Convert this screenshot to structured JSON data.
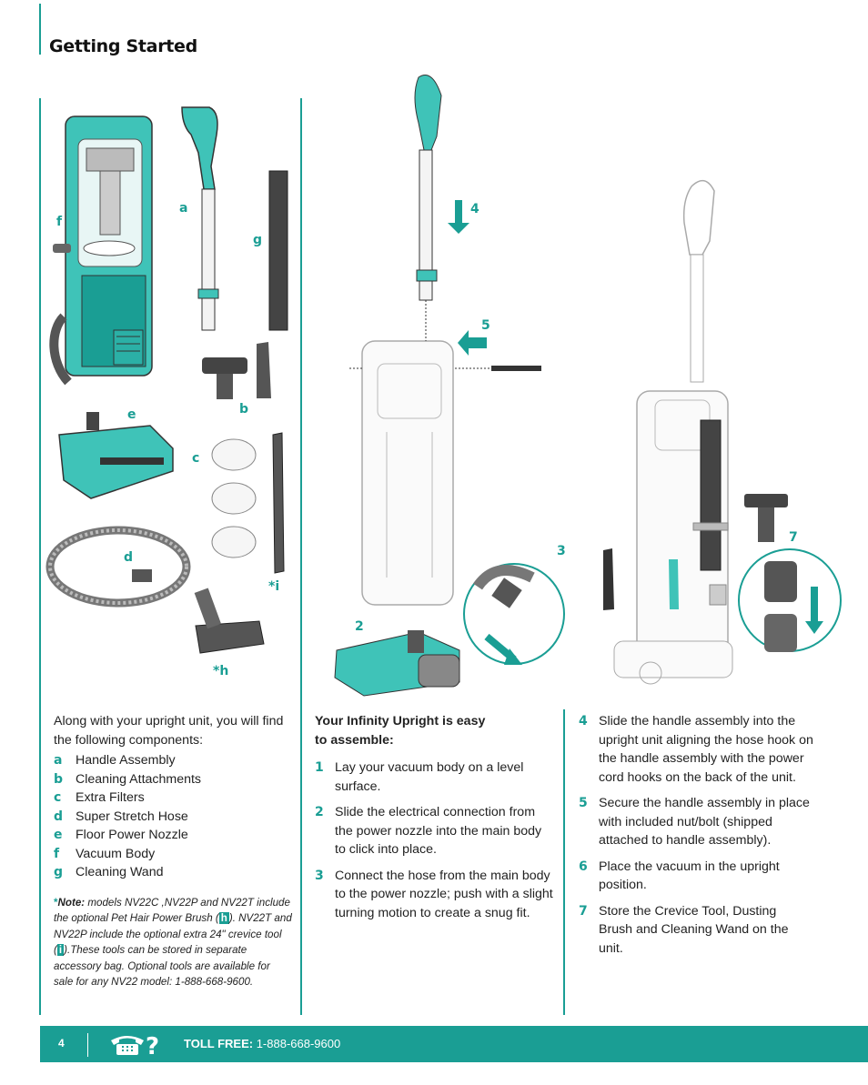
{
  "page": {
    "title": "Getting Started",
    "page_number": "4"
  },
  "labels": {
    "a": "a",
    "b": "b",
    "c": "c",
    "d": "d",
    "e": "e",
    "f": "f",
    "g": "g",
    "h": "*h",
    "i": "*i",
    "s2": "2",
    "s3": "3",
    "s4": "4",
    "s5": "5",
    "s7": "7"
  },
  "components": {
    "intro": "Along with your upright unit, you will find the following components:",
    "items": [
      {
        "key": "a",
        "text": "Handle Assembly"
      },
      {
        "key": "b",
        "text": "Cleaning Attachments"
      },
      {
        "key": "c",
        "text": "Extra Filters"
      },
      {
        "key": "d",
        "text": "Super Stretch Hose"
      },
      {
        "key": "e",
        "text": "Floor Power Nozzle"
      },
      {
        "key": "f",
        "text": "Vacuum Body"
      },
      {
        "key": "g",
        "text": "Cleaning Wand"
      }
    ],
    "note": {
      "star": "*",
      "label": "Note:",
      "part1": " models NV22C ,NV22P and NV22T include the optional Pet Hair Power Brush (",
      "h": "h",
      "part2": "). NV22T and NV22P include the optional extra 24\" crevice tool (",
      "i": "i",
      "part3": ").These tools can be stored in separate accessory bag. Optional tools are available for sale for any NV22 model: 1-888-668-9600."
    }
  },
  "assembly": {
    "heading_line1": "Your Infinity Upright is easy",
    "heading_line2": "to assemble:",
    "steps_left": [
      {
        "num": "1",
        "text": "Lay your vacuum body on a level surface."
      },
      {
        "num": "2",
        "text": "Slide the electrical connection from the power nozzle into the main body to click into place."
      },
      {
        "num": "3",
        "text": "Connect the hose from the main body to the power nozzle; push with a slight turning motion to create a snug fit."
      }
    ],
    "steps_right": [
      {
        "num": "4",
        "text": "Slide the handle assembly into the upright unit aligning the hose hook on the handle assembly with the power cord hooks on the back of the unit."
      },
      {
        "num": "5",
        "text": "Secure the handle assembly in place with included nut/bolt (shipped attached to handle assembly)."
      },
      {
        "num": "6",
        "text": "Place the vacuum in the upright position."
      },
      {
        "num": "7",
        "text": "Store the Crevice Tool, Dusting Brush and Cleaning Wand on the unit."
      }
    ]
  },
  "footer": {
    "toll_label": "TOLL FREE:",
    "toll_number": " 1-888-668-9600",
    "phone_icon": "phone-help-icon"
  },
  "colors": {
    "accent": "#1a9e94",
    "accent_light": "#3fc3b8",
    "gray": "#555555"
  }
}
